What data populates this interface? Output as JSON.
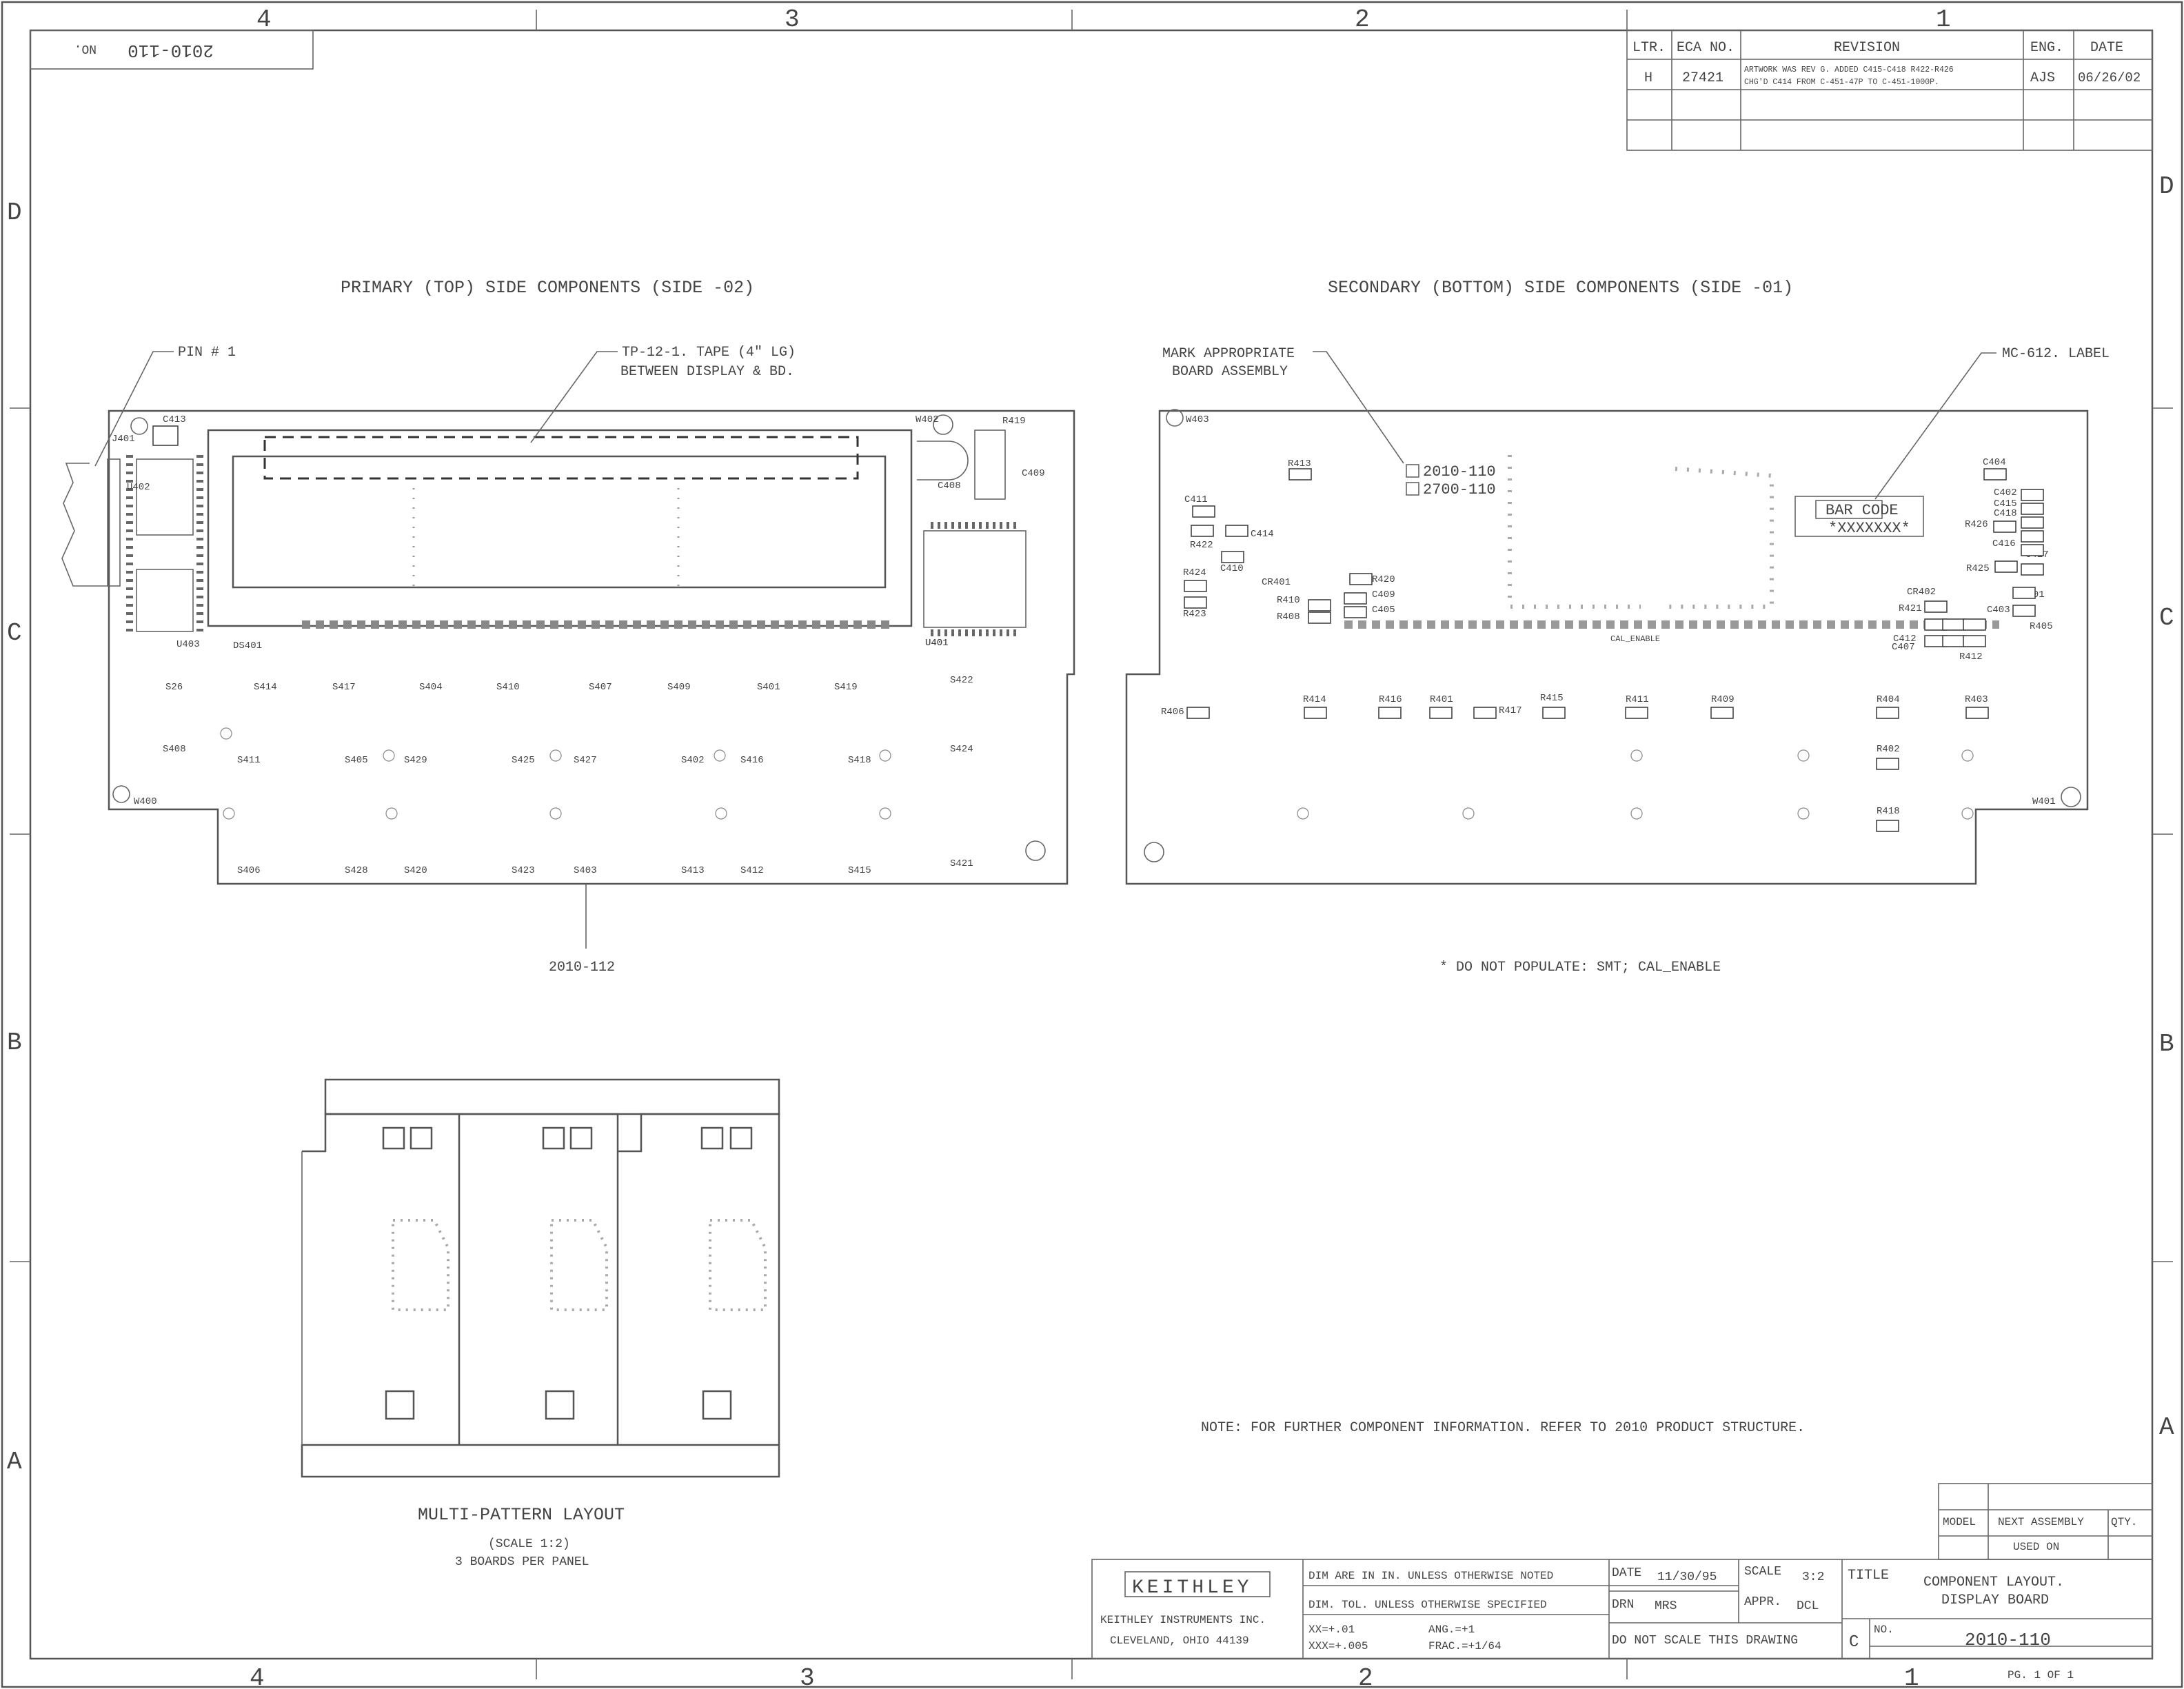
{
  "drawing_number_stamp": "2010-110",
  "stamp_no_label": "NO.",
  "zones": {
    "columns": [
      "4",
      "3",
      "2",
      "1"
    ],
    "rows": [
      "D",
      "C",
      "B",
      "A"
    ]
  },
  "revision_table": {
    "headers": {
      "ltr": "LTR.",
      "eca": "ECA NO.",
      "revision": "REVISION",
      "eng": "ENG.",
      "date": "DATE"
    },
    "row": {
      "ltr": "H",
      "eca": "27421",
      "revision_line1": "ARTWORK WAS REV G. ADDED C415-C418 R422-R426",
      "revision_line2": "CHG'D C414 FROM C-451-47P TO C-451-1000P.",
      "eng": "AJS",
      "date": "06/26/02"
    }
  },
  "views": {
    "primary_title": "PRIMARY (TOP) SIDE COMPONENTS (SIDE -02)",
    "secondary_title": "SECONDARY (BOTTOM) SIDE COMPONENTS (SIDE -01)"
  },
  "callouts": {
    "pin1": "PIN # 1",
    "tape_line1": "TP-12-1. TAPE (4\" LG)",
    "tape_line2": "BETWEEN DISPLAY & BD.",
    "part_2010_112": "2010-112",
    "mark_line1": "MARK APPROPRIATE",
    "mark_line2": "BOARD ASSEMBLY",
    "assy_option1": "2010-110",
    "assy_option2": "2700-110",
    "label": "MC-612. LABEL",
    "bar_code": "BAR CODE",
    "bar_code_value": "*XXXXXXX*",
    "do_not_populate": "* DO NOT POPULATE: SMT; CAL_ENABLE",
    "cal_enable": "CAL_ENABLE"
  },
  "primary_refdes": {
    "upper": [
      "C413",
      "U402",
      "J401",
      "DS401",
      "U403",
      "W402",
      "U401",
      "R419",
      "C408",
      "C409",
      "U401"
    ],
    "switches_row1": [
      "S26",
      "S414",
      "S417",
      "S404",
      "S410",
      "S407",
      "S409",
      "S401",
      "S419",
      "S422"
    ],
    "switches_row2": [
      "S408",
      "S411",
      "S405",
      "S429",
      "S425",
      "S427",
      "S402",
      "S416",
      "S418",
      "S424"
    ],
    "switches_row3": [
      "S406",
      "S428",
      "S420",
      "S423",
      "S403",
      "S413",
      "S412",
      "S415",
      "S421"
    ],
    "holes": [
      "W400"
    ]
  },
  "secondary_refdes": {
    "upper_left": [
      "W403",
      "R413",
      "C411",
      "R422",
      "C414",
      "C410",
      "R424",
      "R423",
      "CR401",
      "R410",
      "R408",
      "R420",
      "C409",
      "C405"
    ],
    "upper_right": [
      "C404",
      "C402",
      "C415",
      "C418",
      "R426",
      "C416",
      "C417",
      "R425",
      "CR402",
      "R421",
      "C401",
      "C403",
      "C412",
      "C407",
      "R405",
      "R412"
    ],
    "lower_row": [
      "R406",
      "R414",
      "R416",
      "R401",
      "R417",
      "R415",
      "R411",
      "R409",
      "R404",
      "R403",
      "R402",
      "R418"
    ],
    "holes": [
      "W401"
    ]
  },
  "multi_pattern": {
    "title": "MULTI-PATTERN LAYOUT",
    "scale": "(SCALE 1:2)",
    "boards": "3 BOARDS PER PANEL"
  },
  "note": "NOTE: FOR FURTHER COMPONENT INFORMATION. REFER TO 2010 PRODUCT STRUCTURE.",
  "assembly_table": {
    "model": "MODEL",
    "next_assembly": "NEXT ASSEMBLY",
    "qty": "QTY.",
    "used_on": "USED ON"
  },
  "title_block": {
    "company_logo": "KEITHLEY",
    "company_line1": "KEITHLEY INSTRUMENTS INC.",
    "company_line2": "CLEVELAND, OHIO 44139",
    "dim_note": "DIM ARE IN IN. UNLESS OTHERWISE NOTED",
    "tol_note": "DIM. TOL. UNLESS OTHERWISE SPECIFIED",
    "tol_xx": "XX=+.01",
    "tol_xxx": "XXX=+.005",
    "tol_ang": "ANG.=+1",
    "tol_frac": "FRAC.=+1/64",
    "date_label": "DATE",
    "date_value": "11/30/95",
    "scale_label": "SCALE",
    "scale_value": "3:2",
    "drn_label": "DRN",
    "drn_value": "MRS",
    "appr_label": "APPR.",
    "appr_value": "DCL",
    "do_not_scale": "DO NOT SCALE THIS DRAWING",
    "title_label": "TITLE",
    "title_line1": "COMPONENT LAYOUT.",
    "title_line2": "DISPLAY BOARD",
    "size": "C",
    "no_label": "NO.",
    "drawing_no": "2010-110",
    "page": "PG. 1 OF 1"
  }
}
